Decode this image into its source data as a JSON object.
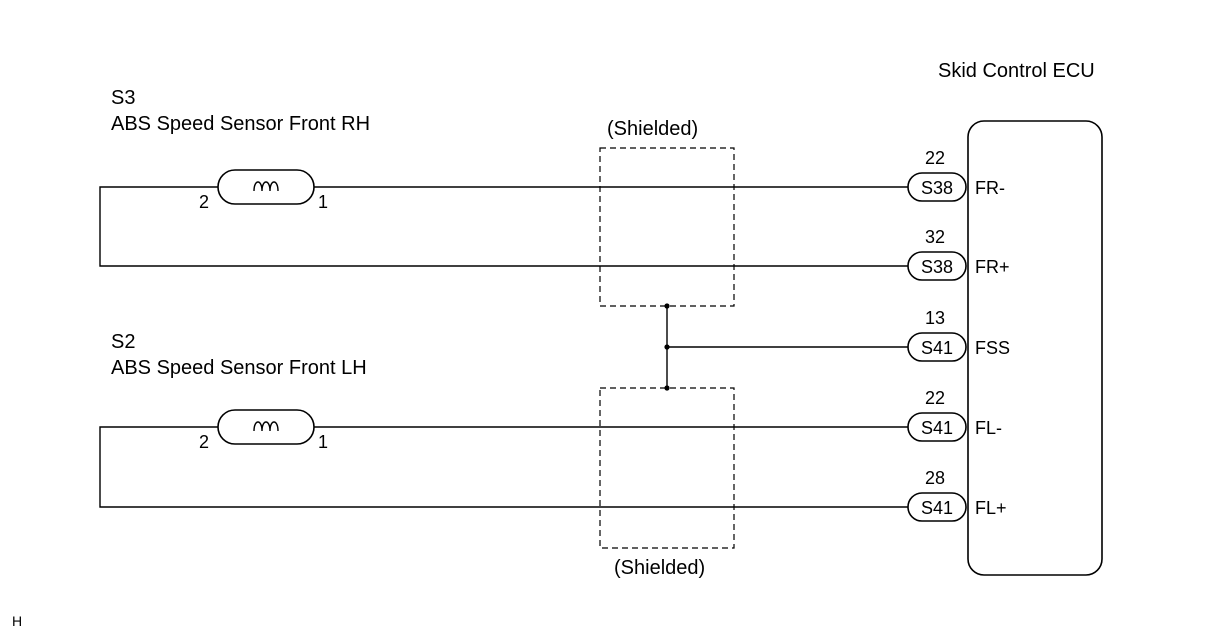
{
  "ecu": {
    "name": "Skid Control ECU"
  },
  "sensor_rh": {
    "code": "S3",
    "name": "ABS Speed Sensor Front RH",
    "pin_left": "2",
    "pin_right": "1"
  },
  "sensor_lh": {
    "code": "S2",
    "name": "ABS Speed Sensor Front LH",
    "pin_left": "2",
    "pin_right": "1"
  },
  "shield_label": "(Shielded)",
  "connectors": [
    {
      "pin": "22",
      "connector": "S38",
      "terminal": "FR-"
    },
    {
      "pin": "32",
      "connector": "S38",
      "terminal": "FR+"
    },
    {
      "pin": "13",
      "connector": "S41",
      "terminal": "FSS"
    },
    {
      "pin": "22",
      "connector": "S41",
      "terminal": "FL-"
    },
    {
      "pin": "28",
      "connector": "S41",
      "terminal": "FL+"
    }
  ],
  "corner_mark": "H"
}
